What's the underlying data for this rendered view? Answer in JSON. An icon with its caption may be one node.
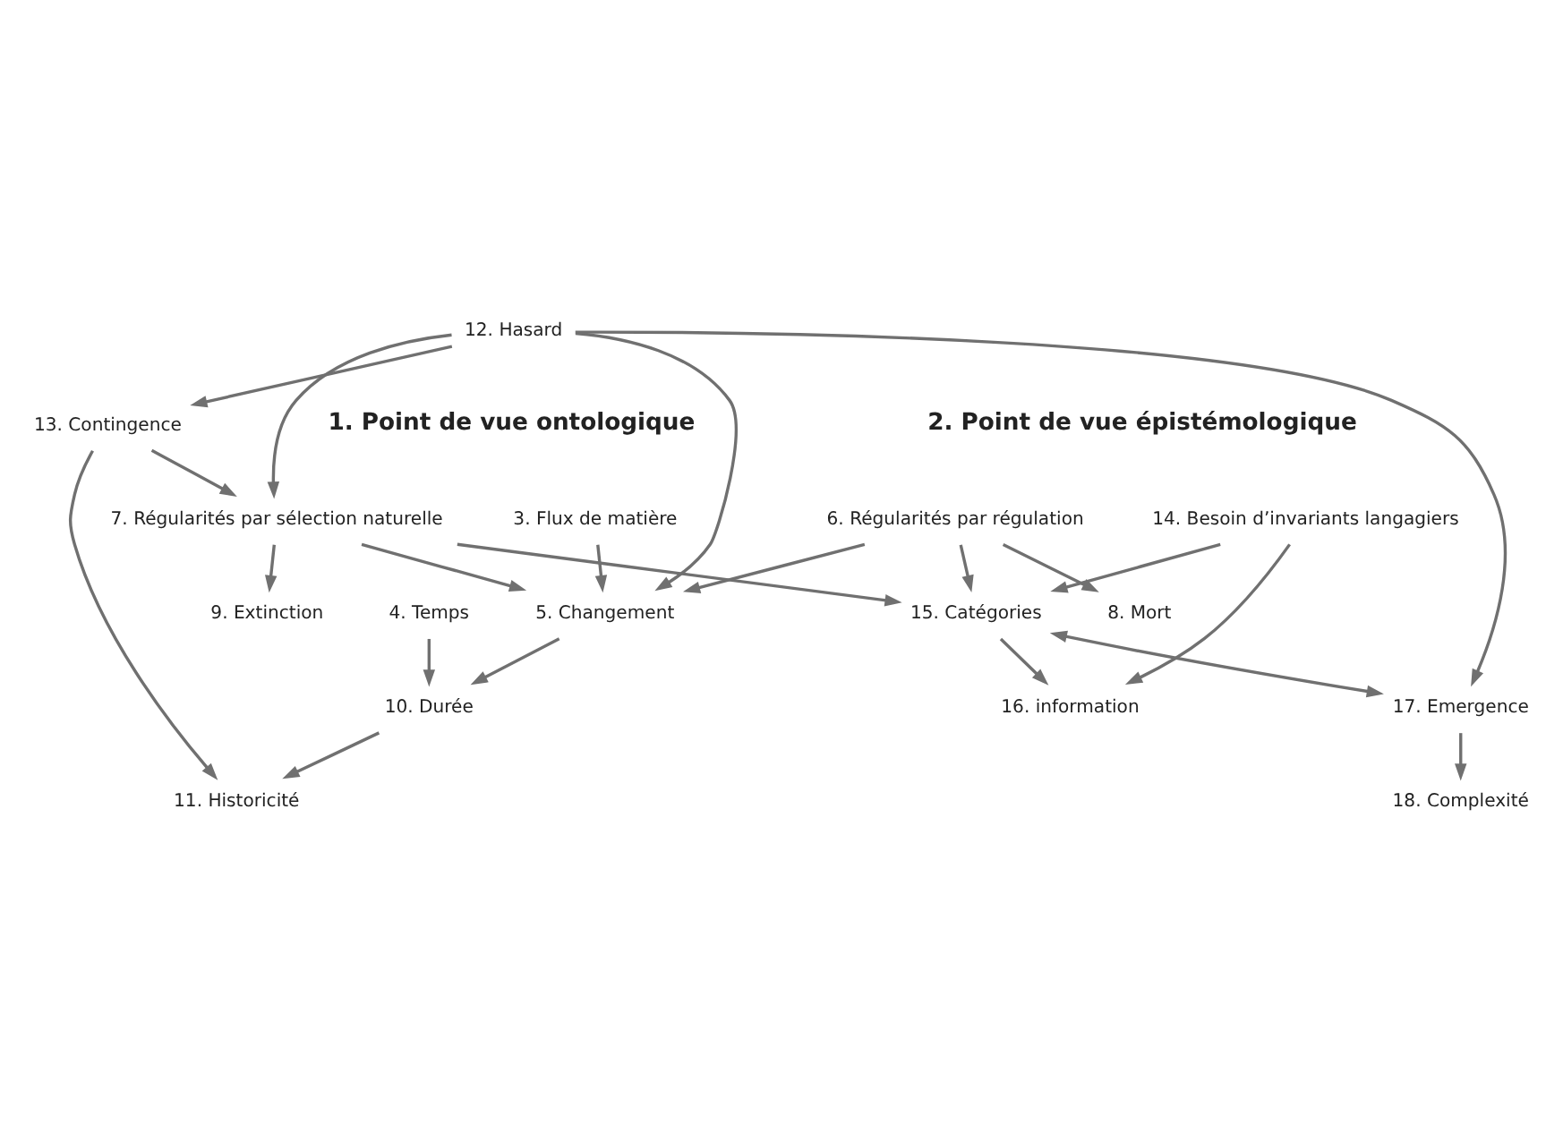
{
  "diagram": {
    "nodes": [
      {
        "text": [
          "3. Flux de matière"
        ]
      },
      {
        "text": [
          "4. Temps"
        ]
      },
      {
        "text": [
          "6. Régularités par régulation"
        ]
      },
      {
        "text": [
          "8. Mort"
        ]
      },
      {
        "text": [
          "5. Changement"
        ]
      },
      {
        "text": [
          "9. Extinction"
        ]
      },
      {
        "text": [
          "7. Régularités par sélection naturelle"
        ]
      },
      {
        "text": [
          "10. Durée"
        ]
      },
      {
        "text": [
          "12. Hasard"
        ]
      },
      {
        "text": [
          "11. Historicité"
        ]
      },
      {
        "text": [
          "13. Contingence"
        ]
      },
      {
        "text": [
          "14. Besoin d’invariants langagiers"
        ]
      },
      {
        "text": [
          "15. Catégories"
        ]
      },
      {
        "text": [
          "16. information"
        ]
      },
      {
        "text": [
          "17. Emergence"
        ]
      },
      {
        "text": [
          "18. Complexité"
        ]
      }
    ],
    "edges": [
      {
        "from": 0,
        "to": 4,
        "arrow": "to"
      },
      {
        "from": 2,
        "to": 4,
        "arrow": "to"
      },
      {
        "from": 2,
        "to": 3,
        "arrow": "to"
      },
      {
        "from": 6,
        "to": 4,
        "arrow": "to"
      },
      {
        "from": 6,
        "to": 5,
        "arrow": "to"
      },
      {
        "from": 2,
        "to": 12,
        "arrow": "to"
      },
      {
        "from": 6,
        "to": 12,
        "arrow": "to"
      },
      {
        "from": 1,
        "to": 7,
        "arrow": "to"
      },
      {
        "from": 4,
        "to": 7,
        "arrow": "to"
      },
      {
        "from": 8,
        "to": 4,
        "arrow": "to"
      },
      {
        "from": 7,
        "to": 9,
        "arrow": "to"
      },
      {
        "from": 8,
        "to": 6,
        "arrow": "to"
      },
      {
        "from": 10,
        "to": 6,
        "arrow": "to"
      },
      {
        "from": 8,
        "to": 10,
        "arrow": "to"
      },
      {
        "from": 10,
        "to": 9,
        "arrow": "to"
      },
      {
        "from": 8,
        "to": 14,
        "arrow": "to"
      },
      {
        "from": 11,
        "to": 12,
        "arrow": "to"
      },
      {
        "from": 11,
        "to": 13,
        "arrow": "to"
      },
      {
        "from": 12,
        "to": 13,
        "arrow": "to"
      },
      {
        "from": 12,
        "to": 14,
        "arrow": "both"
      },
      {
        "from": 14,
        "to": 15,
        "arrow": "to"
      }
    ],
    "labels": [
      "1. Point de vue ontologique",
      "2. Point de vue épistémologique"
    ]
  }
}
